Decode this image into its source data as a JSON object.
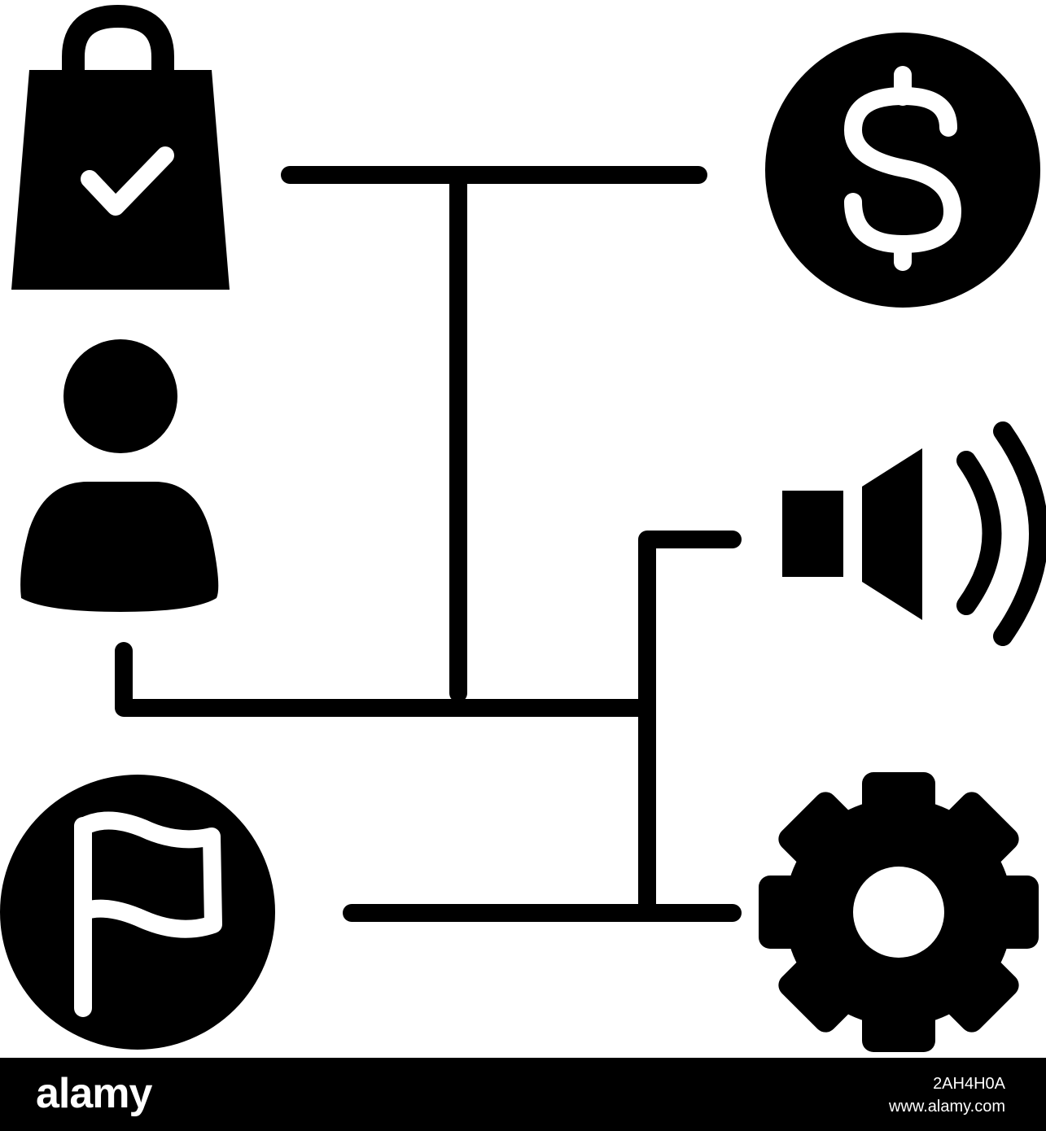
{
  "colors": {
    "ink": "#000000",
    "paper": "#ffffff",
    "footer_bg": "#000000",
    "footer_text": "#ffffff"
  },
  "icons": [
    "shopping-bag-check-icon",
    "dollar-coin-icon",
    "user-icon",
    "speaker-volume-icon",
    "flag-icon",
    "gear-icon"
  ],
  "footer": {
    "brand": "alamy",
    "image_id": "2AH4H0A",
    "site": "www.alamy.com"
  }
}
